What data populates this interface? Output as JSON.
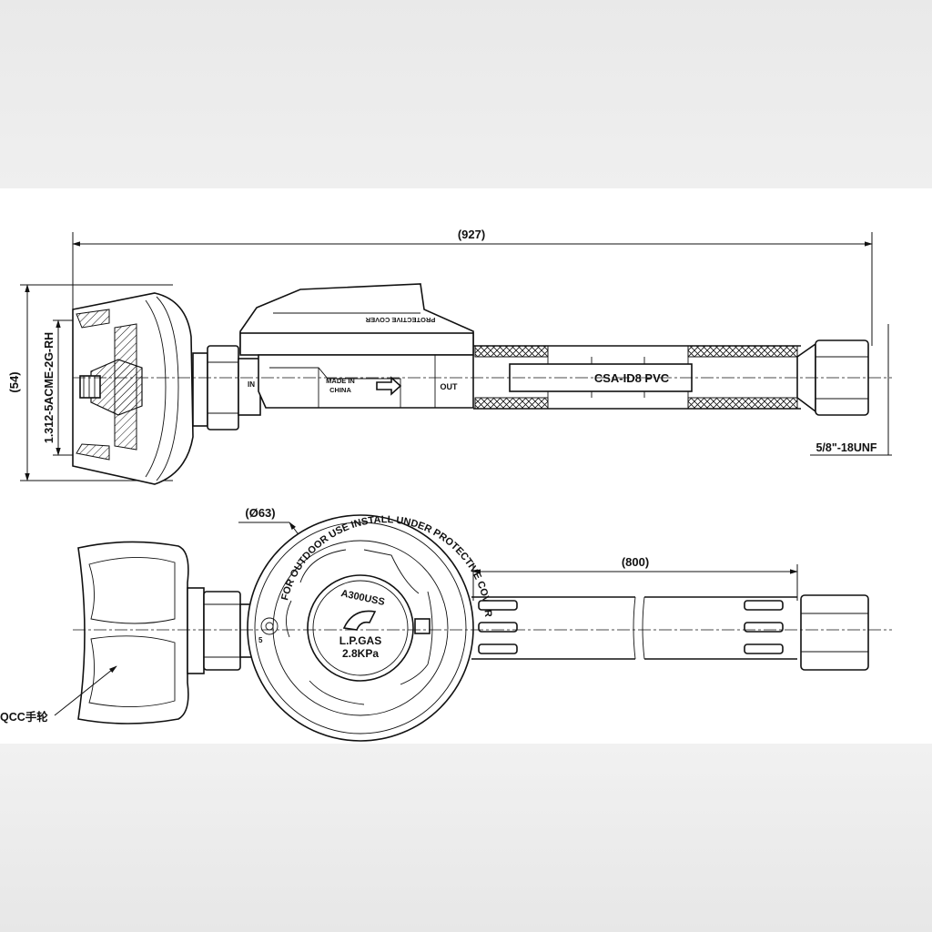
{
  "labels": {
    "overall_length": "(927)",
    "overall_height": "(54)",
    "inlet_thread": "1.312-5ACME-2G-RH",
    "outlet_thread": "5/8\"-18UNF",
    "hose_spec": "CSA-ID8 PVC",
    "port_in": "IN",
    "port_out": "OUT",
    "made_in_line1": "MADE IN",
    "made_in_line2": "CHINA",
    "cover_side_text": "PROTECTIVE COVER",
    "body_diameter": "(Ø63)",
    "hose_length": "(800)",
    "model": "A300USS",
    "gas_type": "L.P.GAS",
    "pressure": "2.8KPa",
    "ring_text": "FOR OUTDOOR USE INSTALL UNDER PROTECTIVE COVER",
    "handwheel": "QCC手轮",
    "dial_mark": "5"
  },
  "colors": {
    "line": "#111111",
    "paper": "#ffffff",
    "backdrop": "#ececec"
  }
}
